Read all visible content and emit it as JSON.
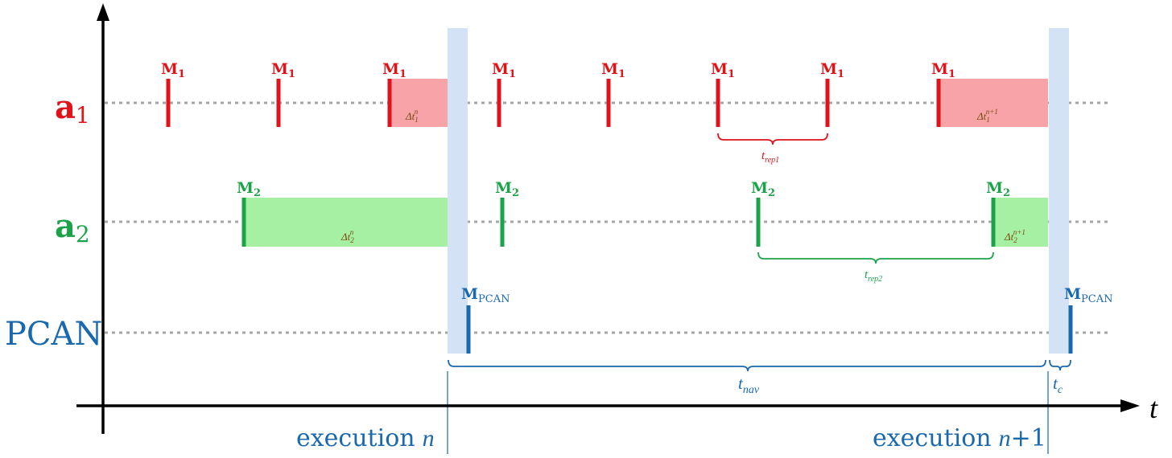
{
  "rows": [
    {
      "id": "a1",
      "letter": "a",
      "sub": "1",
      "color": "#e0121a"
    },
    {
      "id": "a2",
      "letter": "a",
      "sub": "2",
      "color": "#1ca34a"
    },
    {
      "id": "pcan",
      "label": "PCAN",
      "color": "#1a68ad"
    }
  ],
  "markers": {
    "a1_label": "M",
    "a1_sub": "1",
    "a2_label": "M",
    "a2_sub": "2",
    "pcan_label": "M",
    "pcan_sub": "PCAN"
  },
  "deltas": {
    "d1n": {
      "base": "Δt",
      "sub": "1",
      "sup": "n"
    },
    "d1n1": {
      "base": "Δt",
      "sub": "1",
      "sup": "n+1"
    },
    "d2n": {
      "base": "Δt",
      "sub": "2",
      "sup": "n"
    },
    "d2n1": {
      "base": "Δt",
      "sub": "2",
      "sup": "n+1"
    }
  },
  "braces": {
    "rep1": {
      "base": "t",
      "sub": "rep1"
    },
    "rep2": {
      "base": "t",
      "sub": "rep2"
    },
    "nav": {
      "base": "t",
      "sub": "nav"
    },
    "c": {
      "base": "t",
      "sub": "c"
    }
  },
  "axis": {
    "t_label": "t"
  },
  "executions": {
    "n": {
      "word": "execution",
      "var": "n"
    },
    "n1": {
      "word": "execution",
      "var": "n",
      "suffix": "+1"
    }
  },
  "colors": {
    "red": "#e0121a",
    "red_fill": "#f7a3a8",
    "green": "#1ca34a",
    "green_fill": "#a6f0a3",
    "blue": "#1a68ad",
    "exec_band": "#d3e3f5",
    "grid": "#a6a6a6"
  }
}
